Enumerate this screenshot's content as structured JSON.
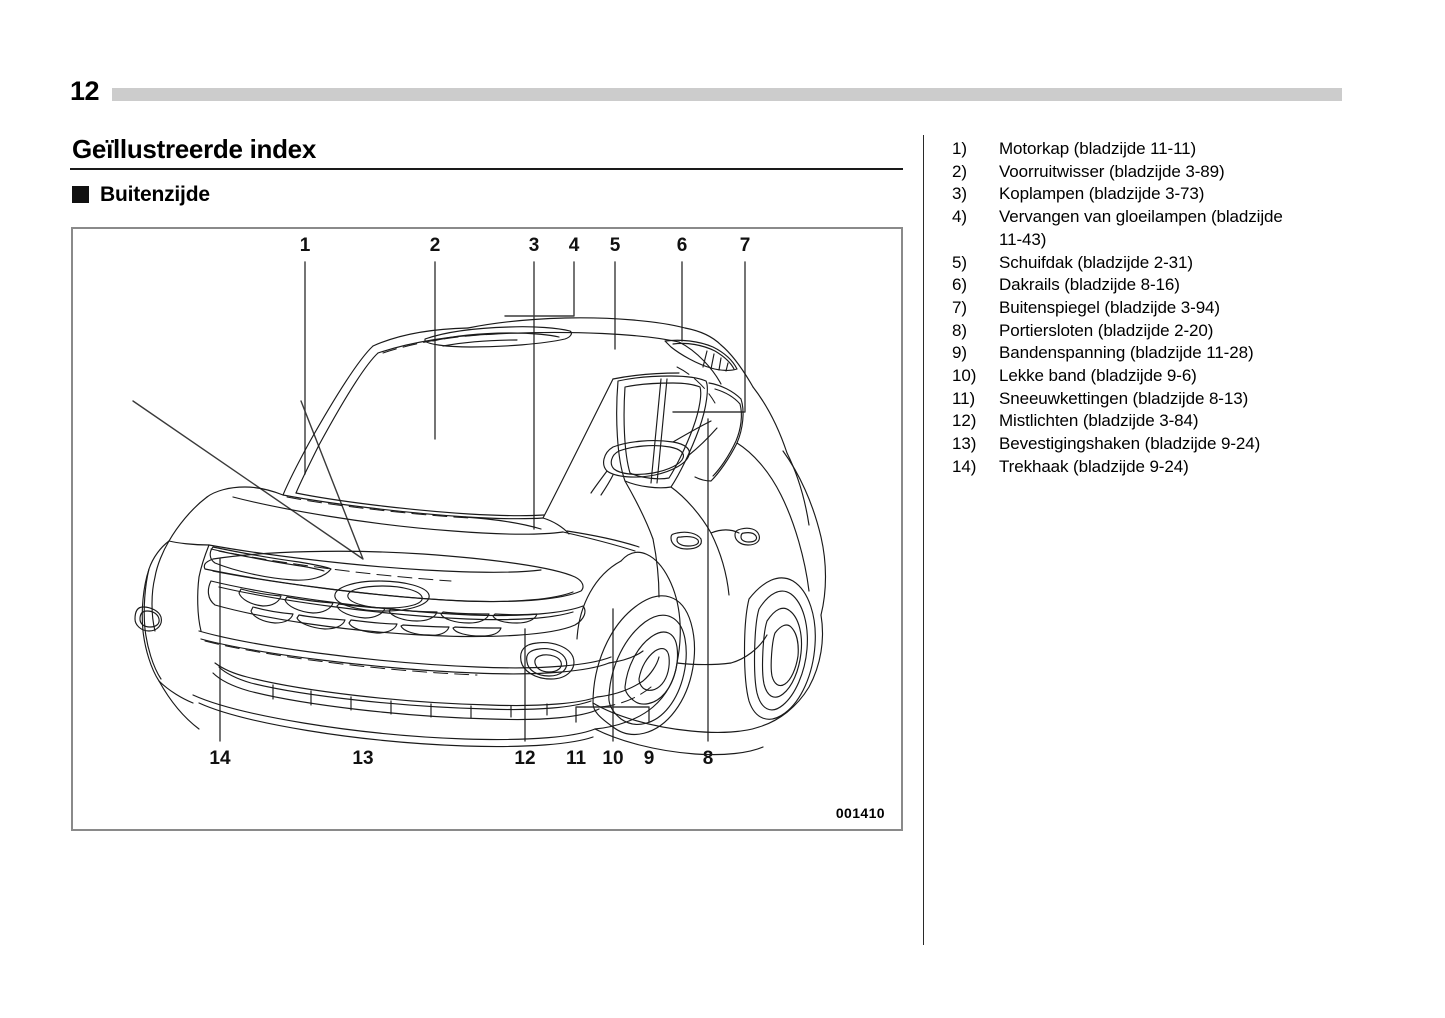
{
  "header": {
    "page_number": "12"
  },
  "section": {
    "title": "Geïllustreerde index",
    "subsection": "Buitenzijde"
  },
  "figure": {
    "code": "001410",
    "caption_numbers_top": [
      "1",
      "2",
      "3",
      "4",
      "5",
      "6",
      "7"
    ],
    "caption_numbers_bottom": [
      "14",
      "13",
      "12",
      "11",
      "10",
      "9",
      "8"
    ],
    "subject": "Subaru XV / Crosstrek exterior three-quarter front view line drawing"
  },
  "index_list": [
    {
      "num": "1)",
      "label": "Motorkap (bladzijde 11-11)"
    },
    {
      "num": "2)",
      "label": "Voorruitwisser (bladzijde 3-89)"
    },
    {
      "num": "3)",
      "label": "Koplampen (bladzijde 3-73)"
    },
    {
      "num": "4)",
      "label": "Vervangen van gloeilampen (bladzijde 11-43)",
      "line1": "Vervangen van gloeilampen (bladzijde",
      "line2": "11-43)"
    },
    {
      "num": "5)",
      "label": "Schuifdak (bladzijde 2-31)"
    },
    {
      "num": "6)",
      "label": "Dakrails (bladzijde 8-16)"
    },
    {
      "num": "7)",
      "label": "Buitenspiegel (bladzijde 3-94)"
    },
    {
      "num": "8)",
      "label": "Portiersloten (bladzijde 2-20)"
    },
    {
      "num": "9)",
      "label": "Bandenspanning (bladzijde 11-28)"
    },
    {
      "num": "10)",
      "label": "Lekke band (bladzijde 9-6)"
    },
    {
      "num": "11)",
      "label": "Sneeuwkettingen (bladzijde 8-13)"
    },
    {
      "num": "12)",
      "label": "Mistlichten (bladzijde 3-84)"
    },
    {
      "num": "13)",
      "label": "Bevestigingshaken (bladzijde 9-24)"
    },
    {
      "num": "14)",
      "label": "Trekhaak (bladzijde 9-24)"
    }
  ],
  "colors": {
    "header_bar": "#cccccc",
    "rule": "#1a1a1a",
    "figure_border": "#8a8a8a",
    "text": "#000000"
  }
}
